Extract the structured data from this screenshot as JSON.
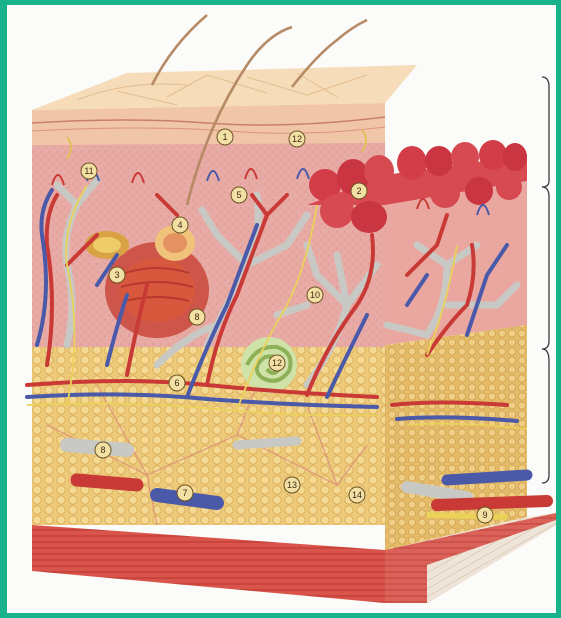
{
  "figure": {
    "callouts": [
      {
        "id": "callout-1",
        "label": "1"
      },
      {
        "id": "callout-2",
        "label": "2"
      },
      {
        "id": "callout-3",
        "label": "3"
      },
      {
        "id": "callout-4",
        "label": "4"
      },
      {
        "id": "callout-5",
        "label": "5"
      },
      {
        "id": "callout-6",
        "label": "6"
      },
      {
        "id": "callout-7",
        "label": "7"
      },
      {
        "id": "callout-8a",
        "label": "8"
      },
      {
        "id": "callout-8b",
        "label": "8"
      },
      {
        "id": "callout-9",
        "label": "9"
      },
      {
        "id": "callout-10",
        "label": "10"
      },
      {
        "id": "callout-11",
        "label": "11"
      },
      {
        "id": "callout-12a",
        "label": "12"
      },
      {
        "id": "callout-12b",
        "label": "12"
      },
      {
        "id": "callout-13",
        "label": "13"
      },
      {
        "id": "callout-14",
        "label": "14"
      }
    ],
    "brackets": [
      "epidermis-bracket",
      "dermis-bracket",
      "hypodermis-bracket"
    ],
    "colors": {
      "frame": "#18b38a",
      "epidermis": "#f3d9b4",
      "dermis": "#e7a6a3",
      "hypodermis": "#e9c777",
      "artery": "#c93a36",
      "vein": "#4a5aa8",
      "lymph": "#c9c9c4",
      "nerve": "#e9d15a"
    }
  }
}
